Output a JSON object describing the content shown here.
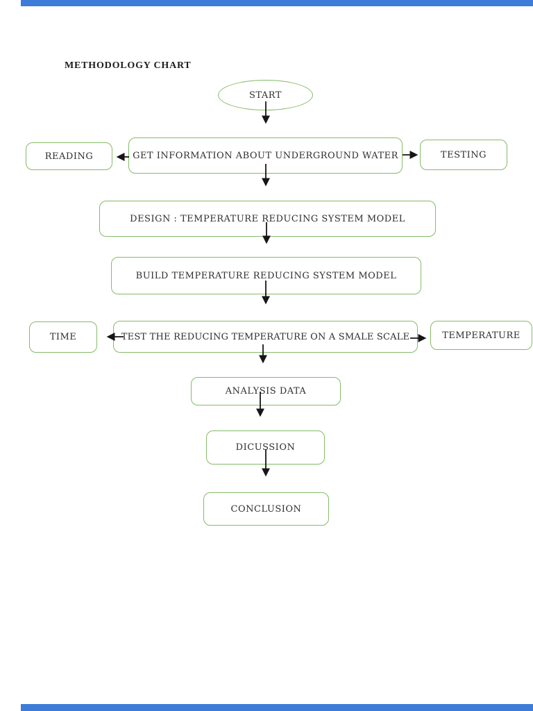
{
  "page": {
    "title": "METHODOLOGY CHART",
    "colors": {
      "green": "#85ba67",
      "ink": "#2e2e2e",
      "arrow": "#161616",
      "edge_blue": "#3d7cd8"
    }
  },
  "flowchart": {
    "start": "START",
    "nodes": {
      "reading": "READING",
      "get_info": "GET INFORMATION ABOUT UNDERGROUND WATER",
      "testing": "TESTING",
      "design": "DESIGN : TEMPERATURE REDUCING SYSTEM MODEL",
      "build": "BUILD TEMPERATURE REDUCING SYSTEM MODEL",
      "time": "TIME",
      "test": "TEST THE REDUCING TEMPERATURE ON A SMALE SCALE",
      "temperature": "TEMPERATURE",
      "analysis": "ANALYSIS DATA",
      "discussion": "DICUSSION",
      "conclusion": "CONCLUSION"
    }
  }
}
